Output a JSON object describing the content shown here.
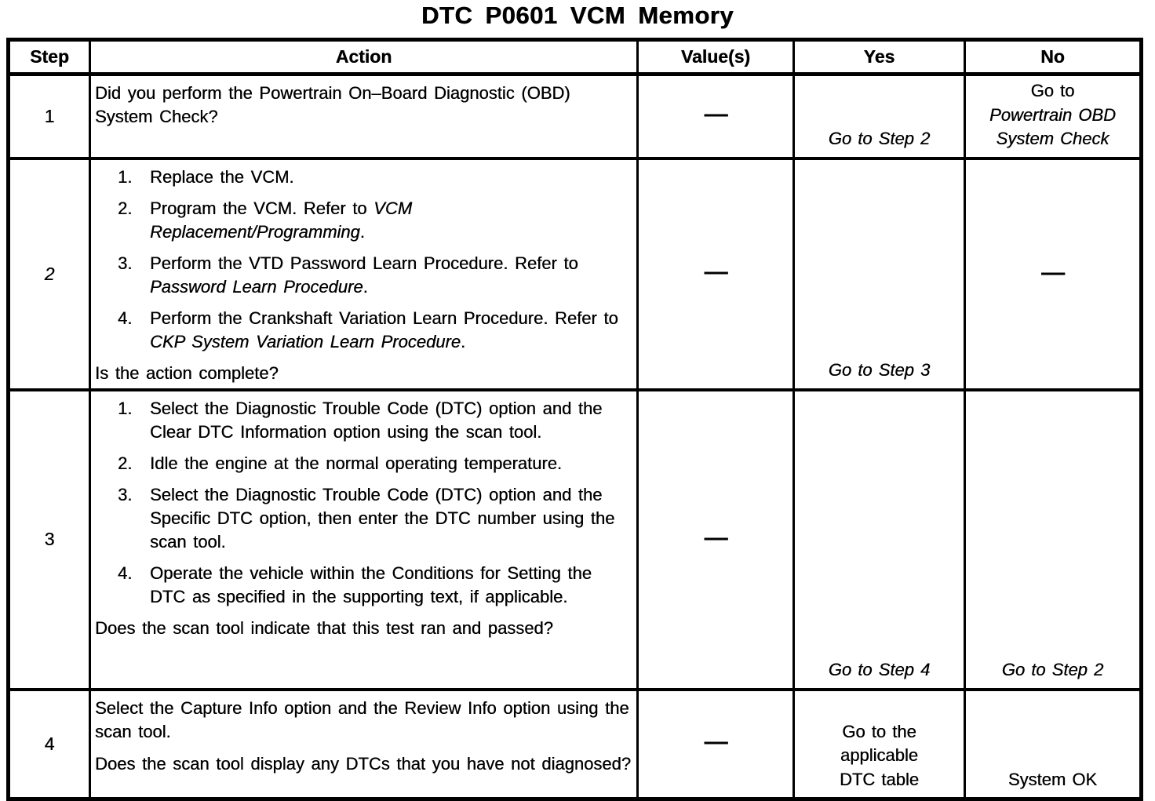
{
  "page": {
    "title": "DTC P0601 VCM Memory"
  },
  "table": {
    "headers": [
      "Step",
      "Action",
      "Value(s)",
      "Yes",
      "No"
    ],
    "rows": [
      {
        "step": "1",
        "step_italic": false,
        "action": {
          "paragraphs": [
            [
              {
                "t": "Did you perform the Powertrain On–Board Diagnostic (OBD) System Check?"
              }
            ]
          ]
        },
        "value": "—",
        "yes": {
          "lines": [
            {
              "t": "Go to Step 2",
              "i": true
            }
          ]
        },
        "no": {
          "lines": [
            {
              "t": "Go to"
            },
            {
              "t": "Powertrain OBD",
              "i": true
            },
            {
              "t": "System Check",
              "i": true
            }
          ]
        }
      },
      {
        "step": "2",
        "step_italic": true,
        "action": {
          "items": [
            [
              {
                "t": "Replace the VCM."
              }
            ],
            [
              {
                "t": "Program the VCM. Refer to "
              },
              {
                "t": "VCM Replacement/Programming",
                "i": true
              },
              {
                "t": "."
              }
            ],
            [
              {
                "t": "Perform the VTD Password Learn Procedure. Refer to "
              },
              {
                "t": "Password Learn Procedure",
                "i": true
              },
              {
                "t": "."
              }
            ],
            [
              {
                "t": "Perform the Crankshaft Variation Learn Procedure. Refer to "
              },
              {
                "t": "CKP System Variation Learn Procedure",
                "i": true
              },
              {
                "t": "."
              }
            ]
          ],
          "question": "Is the action complete?"
        },
        "value": "—",
        "yes": {
          "lines": [
            {
              "t": "Go to Step 3",
              "i": true
            }
          ]
        },
        "no": {
          "lines": [
            {
              "t": "—"
            }
          ]
        }
      },
      {
        "step": "3",
        "step_italic": false,
        "action": {
          "items": [
            [
              {
                "t": "Select the Diagnostic Trouble Code (DTC) option and the Clear DTC Information option using the scan tool."
              }
            ],
            [
              {
                "t": "Idle the engine at the normal operating temperature."
              }
            ],
            [
              {
                "t": "Select the Diagnostic Trouble Code (DTC) option and the Specific DTC option, then enter the DTC number using the scan tool."
              }
            ],
            [
              {
                "t": "Operate the vehicle within the Conditions for Setting the DTC as specified in the supporting text, if applicable."
              }
            ]
          ],
          "question": "Does the scan tool indicate that this test ran and passed?"
        },
        "value": "—",
        "yes": {
          "lines": [
            {
              "t": "Go to Step 4",
              "i": true
            }
          ]
        },
        "no": {
          "lines": [
            {
              "t": "Go to Step 2",
              "i": true
            }
          ]
        }
      },
      {
        "step": "4",
        "step_italic": false,
        "action": {
          "paragraphs": [
            [
              {
                "t": "Select the Capture Info option and the Review Info option using the scan tool."
              }
            ],
            [
              {
                "t": "Does the scan tool display any DTCs that you have not diagnosed?"
              }
            ]
          ]
        },
        "value": "—",
        "yes": {
          "lines": [
            {
              "t": "Go to the"
            },
            {
              "t": "applicable"
            },
            {
              "t": "DTC table"
            }
          ]
        },
        "no": {
          "lines": [
            {
              "t": "System OK"
            }
          ]
        }
      }
    ]
  }
}
